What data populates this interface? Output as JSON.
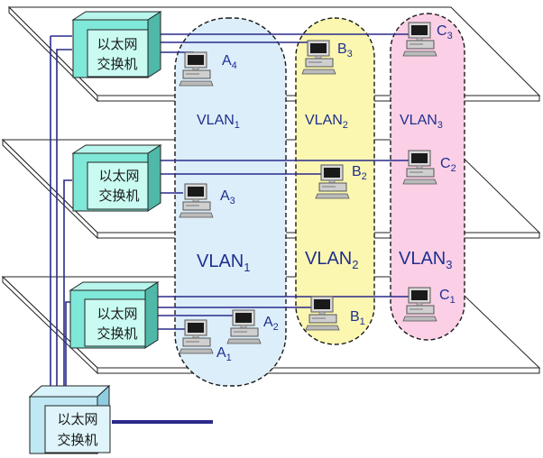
{
  "colors": {
    "vlan1_fill": "#dceefa",
    "vlan2_fill": "#fbf7b0",
    "vlan3_fill": "#fbd0e6",
    "switch_face": "#7fe8d8",
    "switch_top": "#b8f5ec",
    "switch_side": "#4fb8a8",
    "main_switch_face": "#bfe8f4",
    "wire": "#2a2a8a",
    "text": "#1f2f8f"
  },
  "switches": {
    "top": {
      "line1": "以太网",
      "line2": "交换机"
    },
    "middle": {
      "line1": "以太网",
      "line2": "交换机"
    },
    "bottom": {
      "line1": "以太网",
      "line2": "交换机"
    },
    "main": {
      "line1": "以太网",
      "line2": "交换机"
    }
  },
  "vlans": {
    "top": [
      {
        "base": "VLAN",
        "sub": "1"
      },
      {
        "base": "VLAN",
        "sub": "2"
      },
      {
        "base": "VLAN",
        "sub": "3"
      }
    ],
    "middle": [
      {
        "base": "VLAN",
        "sub": "1"
      },
      {
        "base": "VLAN",
        "sub": "2"
      },
      {
        "base": "VLAN",
        "sub": "3"
      }
    ]
  },
  "hosts": {
    "A4": {
      "base": "A",
      "sub": "4"
    },
    "A3": {
      "base": "A",
      "sub": "3"
    },
    "A2": {
      "base": "A",
      "sub": "2"
    },
    "A1": {
      "base": "A",
      "sub": "1"
    },
    "B3": {
      "base": "B",
      "sub": "3"
    },
    "B2": {
      "base": "B",
      "sub": "2"
    },
    "B1": {
      "base": "B",
      "sub": "1"
    },
    "C3": {
      "base": "C",
      "sub": "3"
    },
    "C2": {
      "base": "C",
      "sub": "2"
    },
    "C1": {
      "base": "C",
      "sub": "1"
    }
  }
}
